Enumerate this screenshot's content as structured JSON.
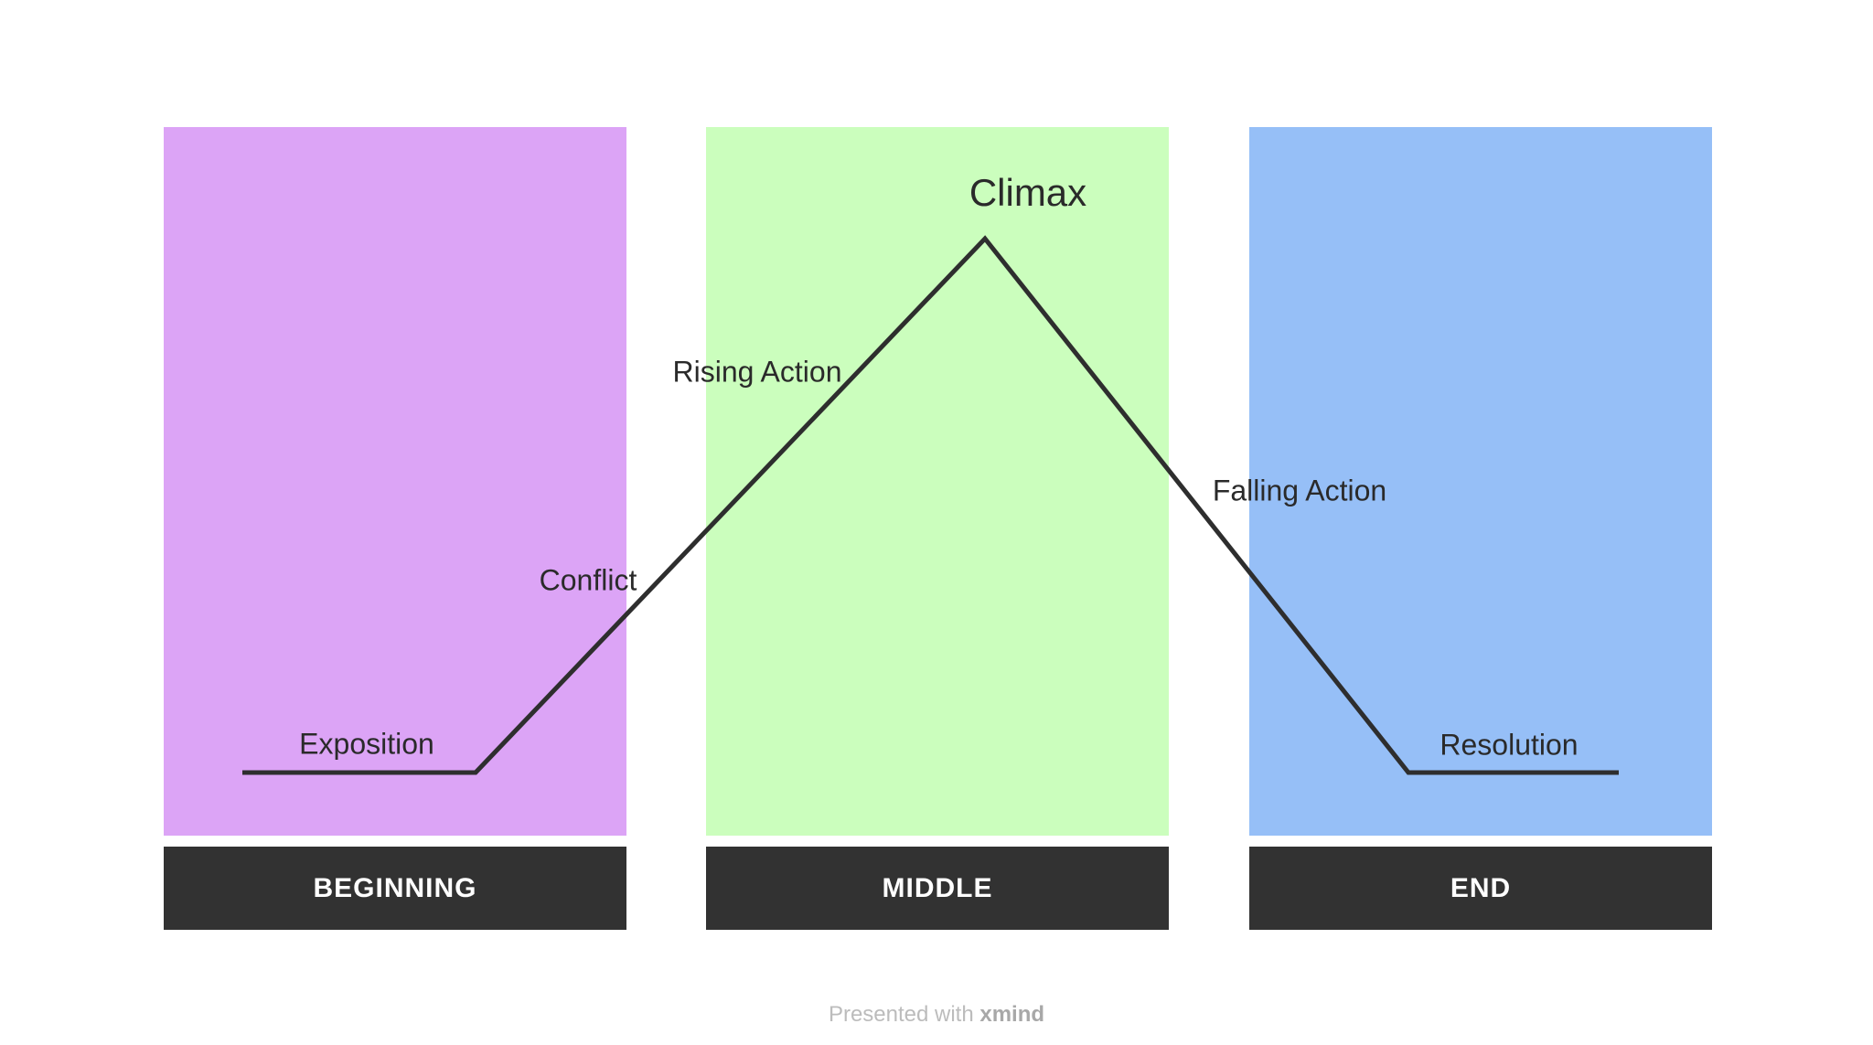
{
  "title": "Story plot structure diagram",
  "columns": [
    {
      "id": "beginning",
      "band_label": "BEGINNING",
      "panel_color": "#dca4f6",
      "band_color": "#323232",
      "band_text_color": "#ffffff"
    },
    {
      "id": "middle",
      "band_label": "MIDDLE",
      "panel_color": "#cbfebd",
      "band_color": "#323232",
      "band_text_color": "#ffffff"
    },
    {
      "id": "end",
      "band_label": "END",
      "panel_color": "#96bff7",
      "band_color": "#323232",
      "band_text_color": "#ffffff"
    }
  ],
  "plot_labels": {
    "exposition": "Exposition",
    "conflict": "Conflict",
    "rising_action": "Rising Action",
    "climax": "Climax",
    "falling_action": "Falling Action",
    "resolution": "Resolution"
  },
  "chart_data": {
    "type": "line",
    "title": "Story arc (Freytag pyramid): flat exposition, rise through conflict and rising action to climax, falling action down to flat resolution",
    "series": [
      {
        "name": "story-arc",
        "points": [
          [
            265,
            845
          ],
          [
            520,
            845
          ],
          [
            1077,
            261
          ],
          [
            1540,
            845
          ],
          [
            1770,
            845
          ]
        ]
      }
    ],
    "line_color": "#2e2e2e",
    "line_width": 5,
    "x_sections": [
      "BEGINNING",
      "MIDDLE",
      "END"
    ],
    "annotations": [
      "Exposition",
      "Conflict",
      "Rising Action",
      "Climax",
      "Falling Action",
      "Resolution"
    ],
    "grid": false,
    "legend": false
  },
  "footer": {
    "prefix": "Presented with ",
    "brand": "xmind"
  }
}
